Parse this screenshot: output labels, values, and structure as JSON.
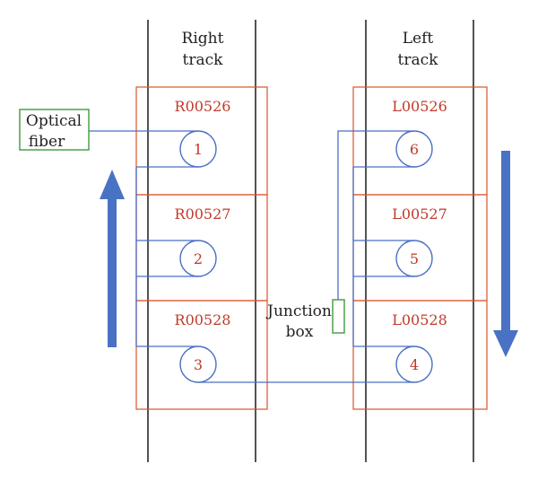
{
  "tracks": {
    "right": {
      "title_line1": "Right",
      "title_line2": "track"
    },
    "left": {
      "title_line1": "Left",
      "title_line2": "track"
    }
  },
  "labels": {
    "optical_fiber_line1": "Optical",
    "optical_fiber_line2": "fiber",
    "junction_line1": "Junction",
    "junction_line2": "box"
  },
  "sections": {
    "right": [
      "R00526",
      "R00527",
      "R00528"
    ],
    "left": [
      "L00526",
      "L00527",
      "L00528"
    ]
  },
  "sensors": {
    "right": [
      "1",
      "2",
      "3"
    ],
    "left": [
      "6",
      "5",
      "4"
    ]
  },
  "colors": {
    "rail": "#1a1a1a",
    "section_box": "#d9532b",
    "fiber": "#4a6fc4",
    "arrow": "#4a72c4",
    "optical_box": "#3f9a3f",
    "junction_box": "#3f9a3f",
    "section_text": "#c0392b"
  }
}
